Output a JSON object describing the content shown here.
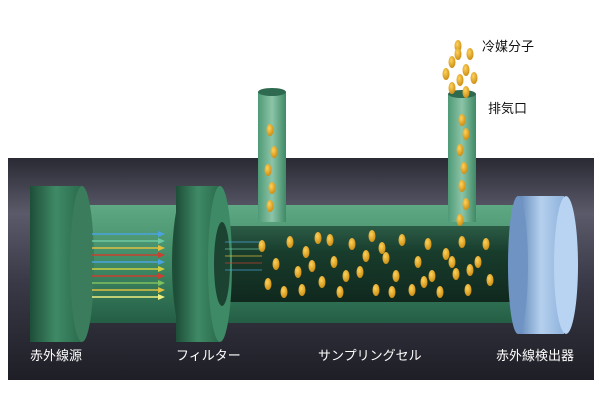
{
  "labels": {
    "coolant_molecules": "冷媒分子",
    "exhaust_port": "排気口",
    "ir_source": "赤外線源",
    "filter": "フィルター",
    "sampling_cell": "サンプリングセル",
    "ir_detector": "赤外線検出器"
  },
  "colors": {
    "housing": "#3a3a48",
    "green_body": "#3f8a66",
    "green_dark": "#1f5a40",
    "tube_dark": "#183c2c",
    "molecule": "#e0a21a",
    "detector": "#9fc0e6"
  },
  "beam_colors": [
    "#4aa3df",
    "#6ec8a0",
    "#e0c040",
    "#c84030",
    "#4aa3df",
    "#d0d040",
    "#c84030",
    "#80c060",
    "#e0c040",
    "#f0f080"
  ]
}
